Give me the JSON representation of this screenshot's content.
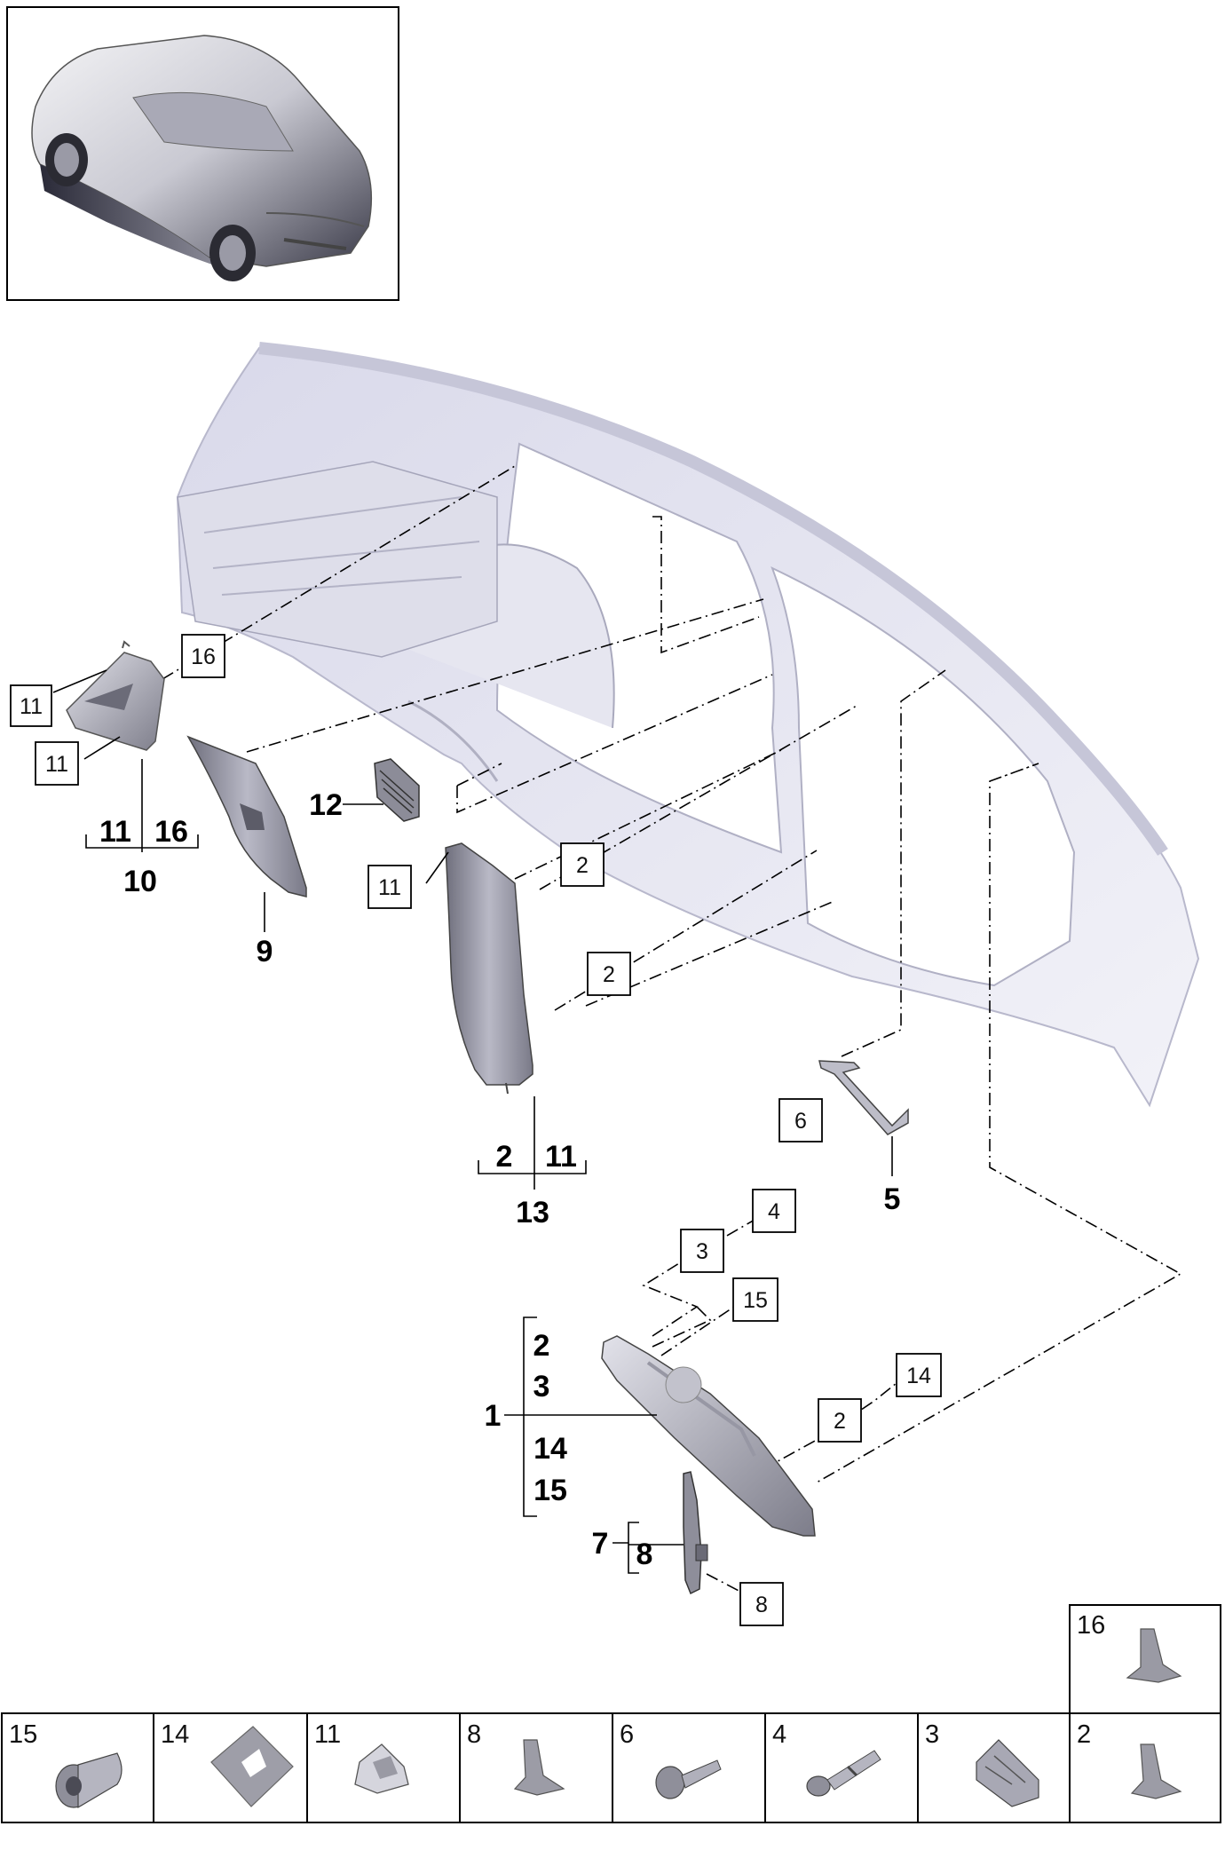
{
  "callouts": {
    "c16": "16",
    "c11a": "11",
    "c11b": "11",
    "c11c": "11",
    "c2a": "2",
    "c2b": "2",
    "c2c": "2",
    "c6": "6",
    "c4": "4",
    "c3": "3",
    "c15": "15",
    "c14": "14",
    "c8": "8"
  },
  "assemblies": {
    "a10": {
      "top_left": "11",
      "top_right": "16",
      "label": "10"
    },
    "a9": {
      "label": "9"
    },
    "a12": {
      "label": "12"
    },
    "a13": {
      "top_left": "2",
      "top_right": "11",
      "label": "13"
    },
    "a5": {
      "label": "5"
    },
    "a1": {
      "label": "1",
      "items": [
        "2",
        "3",
        "14",
        "15"
      ]
    },
    "a7": {
      "label": "7",
      "item": "8"
    }
  },
  "parts_table": {
    "top_cell": "16",
    "cells": [
      "15",
      "14",
      "11",
      "8",
      "6",
      "4",
      "3",
      "2"
    ]
  }
}
